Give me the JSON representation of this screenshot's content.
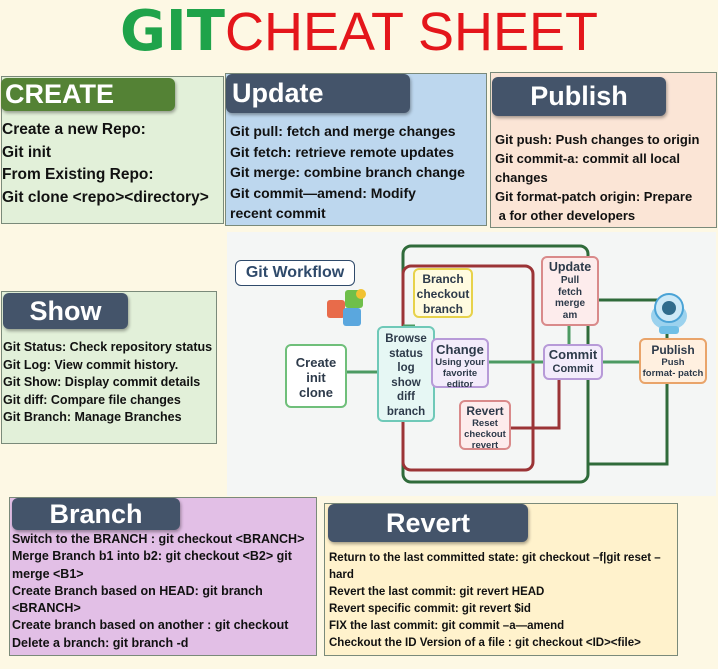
{
  "title": {
    "git": "GIT",
    "rest": "CHEAT SHEET"
  },
  "create": {
    "header": "CREATE",
    "lines": [
      "Create a new Repo:",
      "Git init",
      "From Existing Repo:",
      "Git clone <repo><directory>"
    ]
  },
  "update": {
    "header": "Update",
    "lines": [
      "Git pull: fetch and merge changes",
      "Git fetch: retrieve remote updates",
      "Git merge: combine branch change",
      "Git commit—amend: Modify",
      "recent commit"
    ]
  },
  "publish": {
    "header": "Publish",
    "lines": [
      "Git push: Push changes to origin",
      "Git commit-a: commit all local",
      "changes",
      "Git format-patch origin: Prepare",
      " a for other developers"
    ]
  },
  "show": {
    "header": "Show",
    "lines": [
      "Git Status: Check repository status",
      "Git Log: View commit history.",
      "Git Show: Display commit details",
      "Git diff: Compare file changes",
      "Git Branch: Manage Branches"
    ]
  },
  "branch": {
    "header": "Branch",
    "lines": [
      "Switch to the BRANCH : git checkout <BRANCH>",
      "Merge Branch b1 into b2: git checkout <B2> git",
      "merge <B1>",
      "Create Branch based on HEAD: git branch",
      "<BRANCH>",
      "Create branch based on another : git checkout",
      "Delete a branch: git branch -d"
    ]
  },
  "revert": {
    "header": "Revert",
    "lines": [
      "Return to the last committed state: git checkout –f|git reset –",
      "hard",
      "Revert the last commit: git revert HEAD",
      "Revert specific commit: git revert $id",
      "FIX the last commit: git commit –a—amend",
      "Checkout the ID Version of a file : git checkout <ID><file>"
    ]
  },
  "workflow": {
    "label": "Git Workflow",
    "nodes": {
      "create": [
        "Create",
        "init",
        "clone"
      ],
      "browse": [
        "Browse",
        "status",
        "log",
        "show",
        "diff",
        "branch"
      ],
      "branch": [
        "Branch",
        "checkout",
        "branch"
      ],
      "change": [
        "Change",
        "Using your",
        "favorite",
        "editor"
      ],
      "revert": [
        "Revert",
        "Reset",
        "checkout",
        "revert"
      ],
      "update": [
        "Update",
        "Pull",
        "fetch",
        "merge",
        "am"
      ],
      "commit": [
        "Commit",
        "Commit"
      ],
      "publish": [
        "Publish",
        "Push",
        "format- patch"
      ]
    }
  },
  "colors": {
    "git_green": "#1fa34a",
    "title_red": "#e4161b",
    "create_header": "#548235",
    "dark_header": "#44546a",
    "create_bg": "#e2f0d9",
    "update_bg": "#bdd7ee",
    "publish_bg": "#fbe5d6",
    "show_bg": "#e2f0d9",
    "branch_bg": "#e2bfe6",
    "revert_bg": "#fff2cc"
  }
}
